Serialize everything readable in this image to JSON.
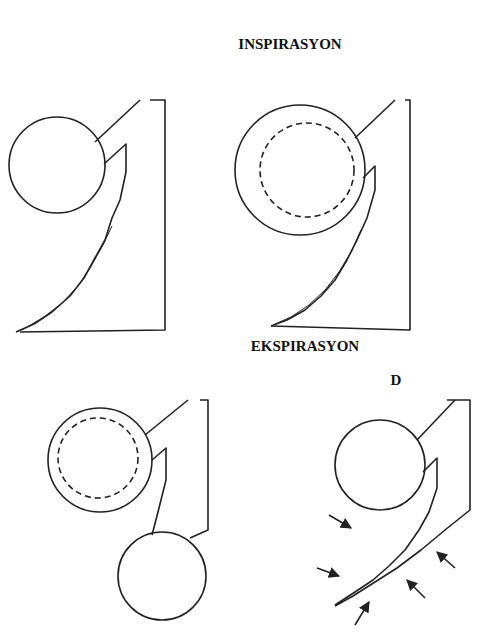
{
  "diagram": {
    "labels": [
      "INSPIRASYON",
      "EKSPIRASYON",
      "D"
    ]
  }
}
